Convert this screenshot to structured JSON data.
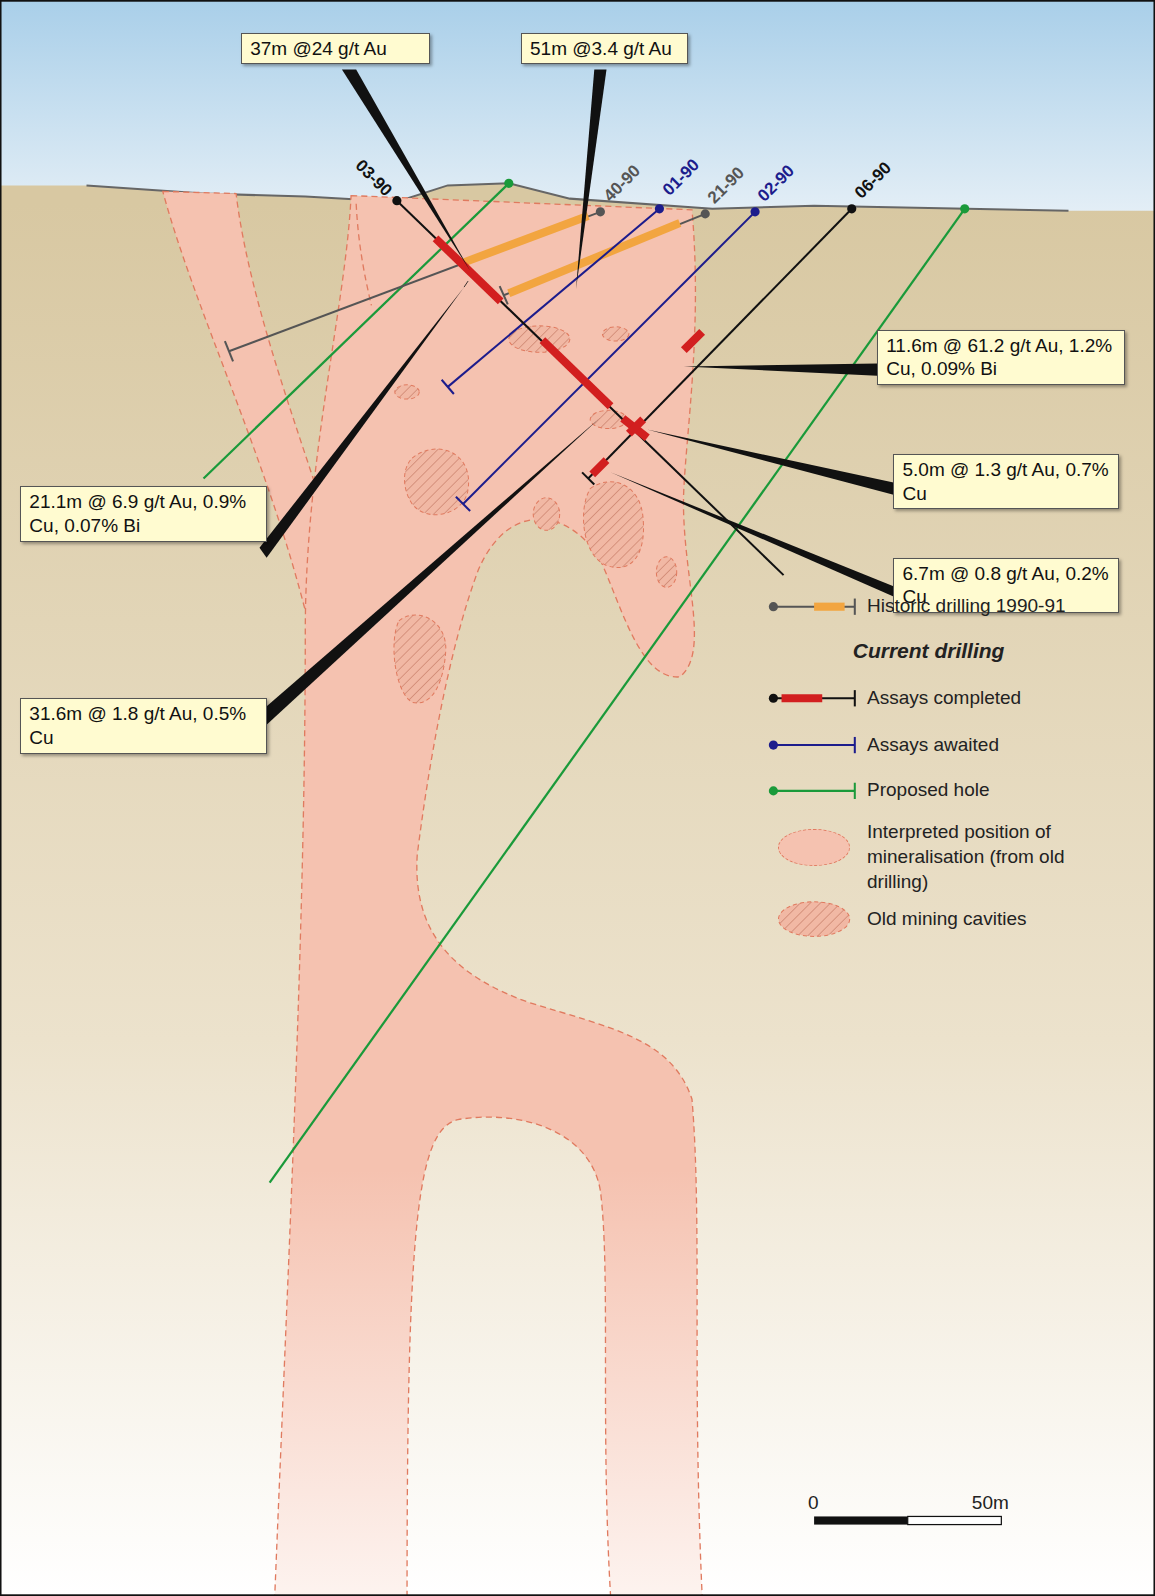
{
  "diagram": {
    "nodes": [
      {
        "text": [
          "37m @24 g/t Au"
        ]
      },
      {
        "text": [
          "51m @3.4 g/t Au"
        ]
      },
      {
        "text": [
          "11.6m @ 61.2 g/t Au, 1.2% Cu, 0.09% Bi"
        ]
      },
      {
        "text": [
          "21.1m @ 6.9 g/t Au, 0.9% Cu, 0.07% Bi"
        ]
      },
      {
        "text": [
          "5.0m @ 1.3 g/t Au, 0.7% Cu"
        ]
      },
      {
        "text": [
          "6.7m @ 0.8 g/t Au, 0.2% Cu"
        ]
      },
      {
        "text": [
          "31.6m @ 1.8 g/t Au, 0.5% Cu"
        ]
      }
    ],
    "edges": [],
    "labels": [
      "03-90",
      "40-90",
      "01-90",
      "21-90",
      "02-90",
      "06-90",
      "Current drilling",
      "0",
      "50m"
    ],
    "legend": [
      {
        "text": "Historic drilling 1990-91"
      },
      {
        "text": "Assays completed"
      },
      {
        "text": "Assays awaited"
      },
      {
        "text": "Proposed hole"
      },
      {
        "text": "Interpreted position of mineralisation (from old drilling)",
        "color": "#f5c2b0"
      },
      {
        "text": "Old mining cavities"
      }
    ]
  }
}
